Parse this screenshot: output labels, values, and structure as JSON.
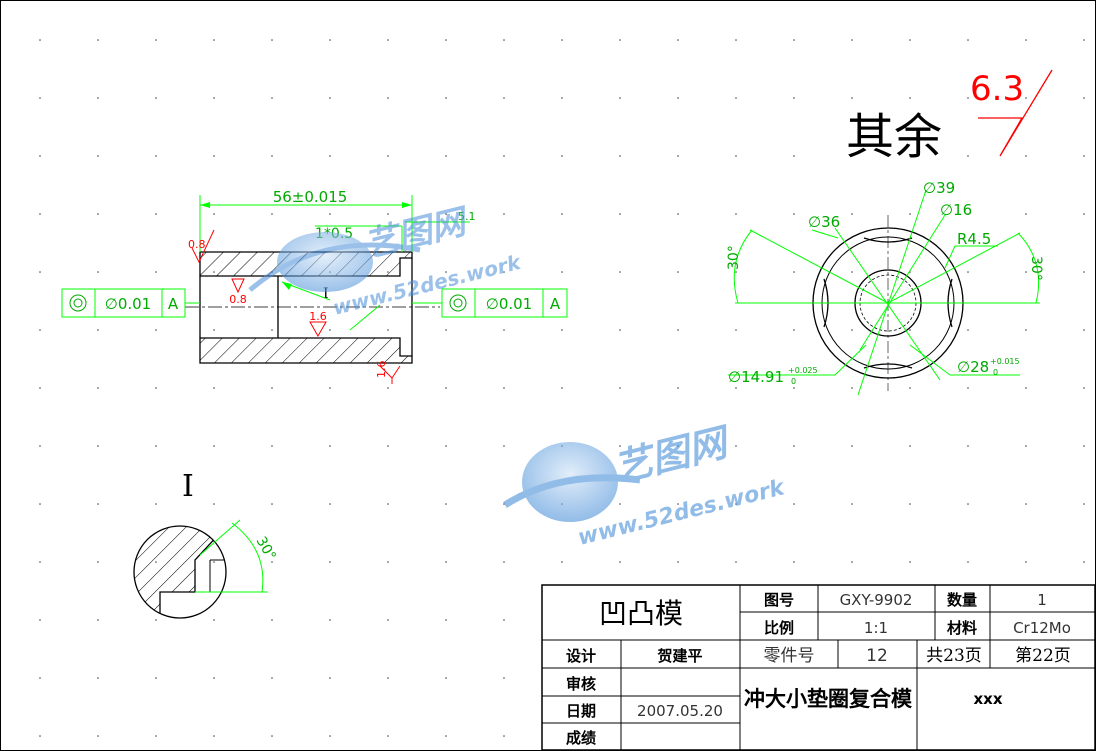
{
  "roughness_note": {
    "label": "其余",
    "value": "6.3"
  },
  "watermark": {
    "brand": "艺图网",
    "url": "www.52des.work"
  },
  "front_view": {
    "length_dim": "56±0.015",
    "chamfer_dim": "1*0.5",
    "groove_dim": "5.1",
    "roughness_top": "0.8",
    "roughness_bore": "0.8",
    "roughness_inner": "1.6",
    "roughness_bottom": "1.6",
    "detail_ref": "I",
    "datum": "A",
    "tol_left": {
      "symbol": "concentricity",
      "value": "∅0.01",
      "datum": "A"
    },
    "tol_right": {
      "symbol": "concentricity",
      "value": "∅0.01",
      "datum": "A"
    }
  },
  "side_view": {
    "d39": "∅39",
    "d36": "∅36",
    "d16": "∅16",
    "r45": "R4.5",
    "angle_left": "30°",
    "angle_right": "30°",
    "d1491": "∅14.91",
    "d1491_upper": "+0.025",
    "d1491_lower": "0",
    "d28": "∅28",
    "d28_upper": "+0.015",
    "d28_lower": "0"
  },
  "detail_view": {
    "label": "I",
    "angle": "30°"
  },
  "title_block": {
    "part_name": "凹凸模",
    "drawing_no_label": "图号",
    "drawing_no": "GXY-9902",
    "qty_label": "数量",
    "qty": "1",
    "scale_label": "比例",
    "scale": "1:1",
    "material_label": "材料",
    "material": "Cr12Mo",
    "design_label": "设计",
    "designer": "贺建平",
    "part_no_label": "零件号",
    "part_no": "12",
    "total_pages": "共23页",
    "page": "第22页",
    "review_label": "审核",
    "date_label": "日期",
    "date": "2007.05.20",
    "grade_label": "成绩",
    "assembly_name": "冲大小垫圈复合模",
    "company": "xxx"
  },
  "colors": {
    "outline": "#000000",
    "dimension": "#00ff00",
    "roughness": "#ff0000",
    "watermark": "#4a90d9"
  }
}
